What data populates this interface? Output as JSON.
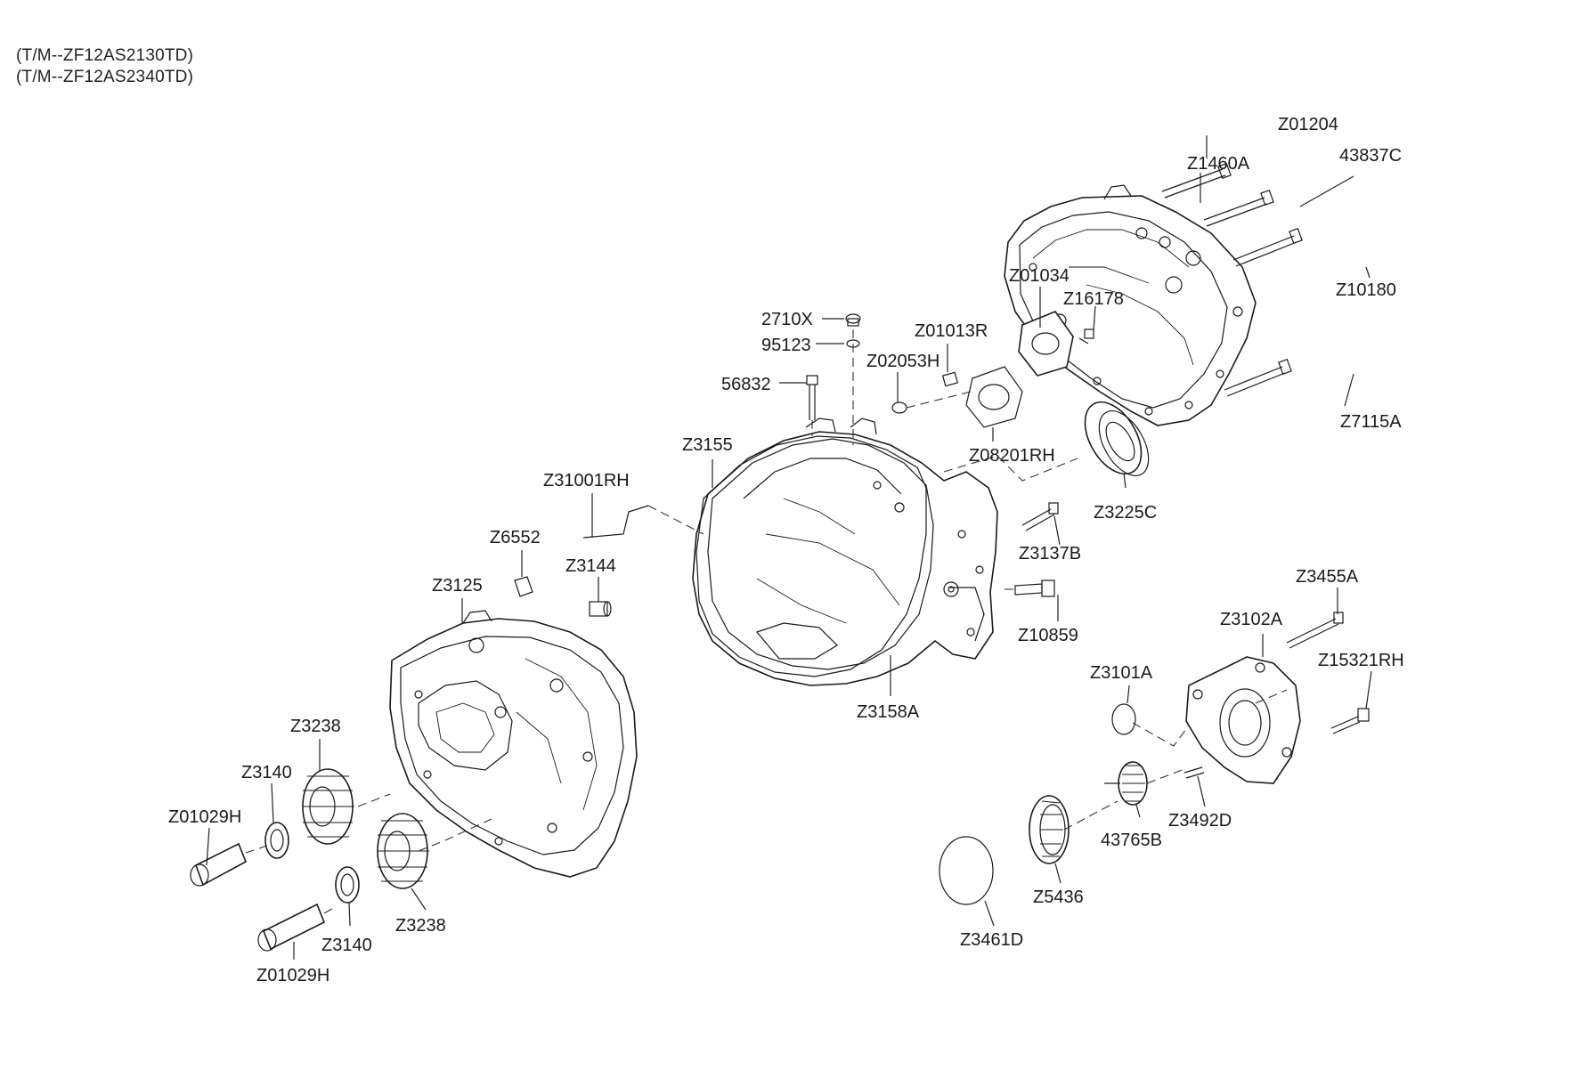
{
  "header": {
    "line1": "(T/M--ZF12AS2130TD)",
    "line2": "(T/M--ZF12AS2340TD)"
  },
  "labels": {
    "z01204": "Z01204",
    "z1460a": "Z1460A",
    "p43837c": "43837C",
    "z10180": "Z10180",
    "z7115a": "Z7115A",
    "z01034": "Z01034",
    "z16178": "Z16178",
    "p2710x": "2710X",
    "p95123": "95123",
    "z01013r": "Z01013R",
    "z02053h": "Z02053H",
    "p56832": "56832",
    "z08201rh": "Z08201RH",
    "z3155": "Z3155",
    "z31001rh": "Z31001RH",
    "z3225c": "Z3225C",
    "z6552": "Z6552",
    "z3144": "Z3144",
    "z3137b": "Z3137B",
    "z3125": "Z3125",
    "z10859": "Z10859",
    "z3455a": "Z3455A",
    "z3102a": "Z3102A",
    "z3101a": "Z3101A",
    "z15321rh": "Z15321RH",
    "z3158a": "Z3158A",
    "z3238_top": "Z3238",
    "z3140_top": "Z3140",
    "z01029h_top": "Z01029H",
    "z3492d": "Z3492D",
    "p43765b": "43765B",
    "z5436": "Z5436",
    "z3461d": "Z3461D",
    "z3238_bot": "Z3238",
    "z3140_bot": "Z3140",
    "z01029h_bot": "Z01029H"
  }
}
